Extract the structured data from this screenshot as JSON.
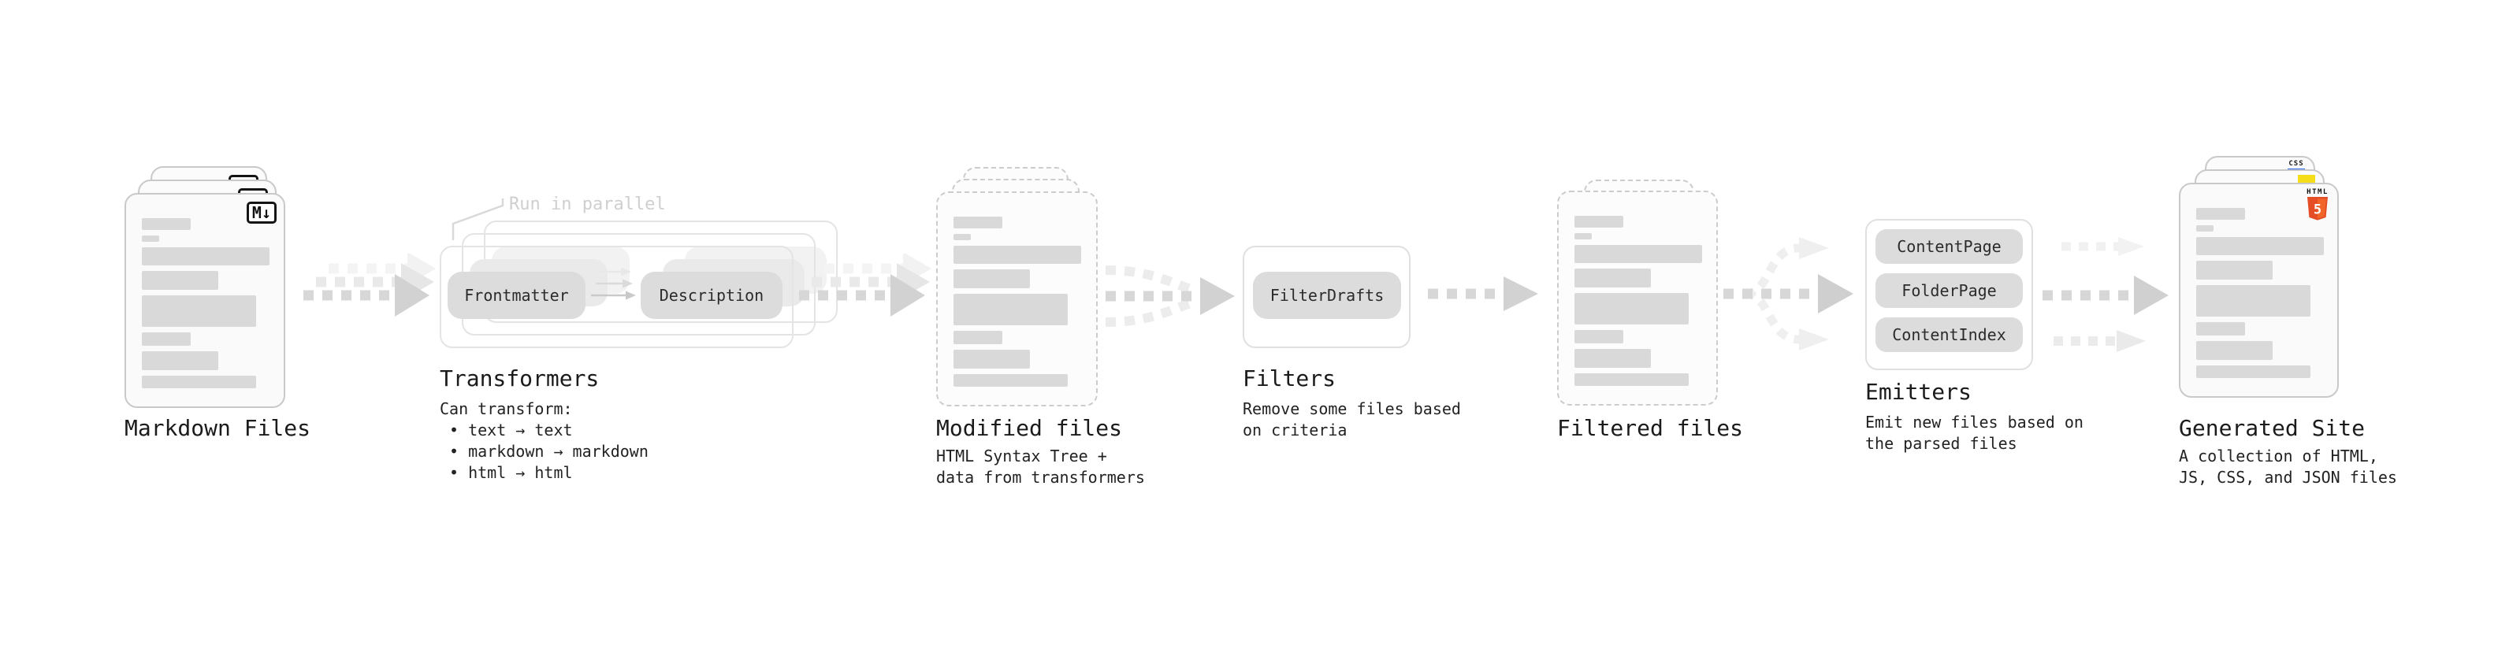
{
  "stages": {
    "markdown_files": {
      "caption": "Markdown Files",
      "badge": "M↓"
    },
    "transformers": {
      "caption": "Transformers",
      "annotation": "Run in parallel",
      "pill_left": "Frontmatter",
      "pill_right": "Description",
      "desc_heading": "Can transform:",
      "bullets": [
        "• text → text",
        "• markdown → markdown",
        "• html → html"
      ]
    },
    "modified_files": {
      "caption": "Modified files",
      "desc_line1": "HTML Syntax Tree +",
      "desc_line2": "data from transformers"
    },
    "filters": {
      "caption": "Filters",
      "pill": "FilterDrafts",
      "desc_line1": "Remove some files based",
      "desc_line2": "on criteria"
    },
    "filtered_files": {
      "caption": "Filtered files"
    },
    "emitters": {
      "caption": "Emitters",
      "pills": [
        "ContentPage",
        "FolderPage",
        "ContentIndex"
      ],
      "desc_line1": "Emit new files based on",
      "desc_line2": "the parsed files"
    },
    "generated_site": {
      "caption": "Generated Site",
      "badge_css": "CSS",
      "badge_html_word": "HTML",
      "badge_html_number": "5",
      "desc_line1": "A collection of HTML,",
      "desc_line2": "JS, CSS, and JSON files"
    }
  },
  "colors": {
    "html5_orange": "#e44d26",
    "html5_orange_light": "#f16529",
    "js_yellow": "#f5de19",
    "css_blue": "#2965f1",
    "bar_gray": "#d9d9d9",
    "arrow_gray": "#d2d2d2"
  }
}
